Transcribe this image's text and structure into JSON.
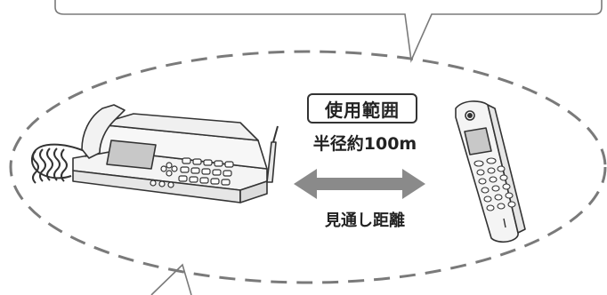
{
  "range_label": "使用範囲",
  "radius_label": "半径約100m",
  "distance_label": "見通し距離",
  "colors": {
    "dash": "#7a7a7a",
    "arrow": "#8a8a8a",
    "device_stroke": "#333333",
    "device_fill": "#f4f4f4",
    "screen_fill": "#c8c8c8"
  },
  "icons": [
    "fax-machine-icon",
    "cordless-handset-icon",
    "double-arrow-icon"
  ]
}
